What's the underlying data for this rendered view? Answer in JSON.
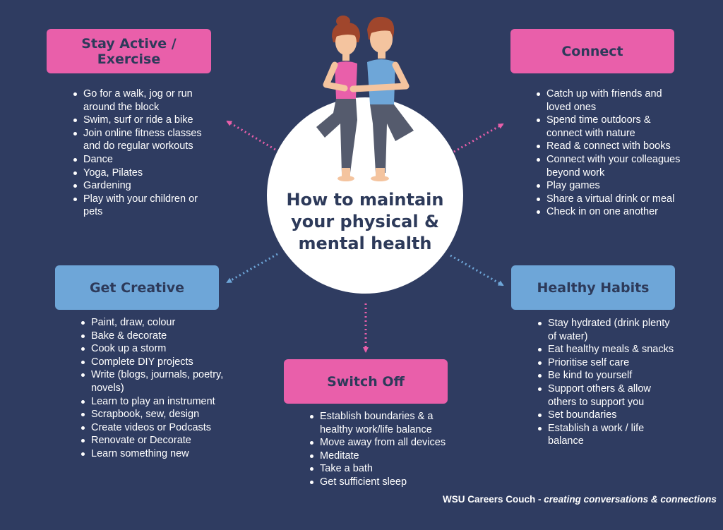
{
  "center": {
    "title": "How to maintain your physical & mental health"
  },
  "footer": {
    "org": "WSU Careers Couch",
    "separator": " - ",
    "tagline": "creating conversations & connections"
  },
  "sections": {
    "stay_active": {
      "title": "Stay Active / Exercise",
      "items": [
        "Go for a walk, jog or run around the block",
        "Swim, surf or ride a bike",
        "Join online fitness classes and do regular workouts",
        "Dance",
        "Yoga, Pilates",
        "Gardening",
        "Play with your children or pets"
      ]
    },
    "connect": {
      "title": "Connect",
      "items": [
        "Catch up with friends and loved ones",
        "Spend time outdoors & connect with nature",
        "Read & connect with books",
        "Connect with your colleagues beyond work",
        "Play games",
        "Share a virtual drink or meal",
        "Check in on one another"
      ]
    },
    "get_creative": {
      "title": "Get Creative",
      "items": [
        "Paint, draw, colour",
        "Bake & decorate",
        "Cook up a storm",
        "Complete DIY projects",
        "Write (blogs, journals, poetry, novels)",
        "Learn to play an instrument",
        "Scrapbook, sew, design",
        "Create videos or Podcasts",
        "Renovate or Decorate",
        "Learn something new"
      ]
    },
    "healthy_habits": {
      "title": "Healthy Habits",
      "items": [
        "Stay hydrated  (drink plenty of water)",
        "Eat healthy meals & snacks",
        "Prioritise self care",
        "Be kind to yourself",
        "Support others & allow others to support you",
        "Set boundaries",
        "Establish a work / life balance"
      ]
    },
    "switch_off": {
      "title": "Switch Off",
      "items": [
        "Establish boundaries & a healthy work/life balance",
        "Move away from all devices",
        "Meditate",
        "Take a bath",
        "Get sufficient sleep"
      ]
    }
  },
  "colors": {
    "background": "#2f3c61",
    "pink": "#e95faa",
    "blue": "#6ea6d8",
    "dark_text": "#2d3a5a"
  },
  "illustration": "yoga-couple-illustration"
}
